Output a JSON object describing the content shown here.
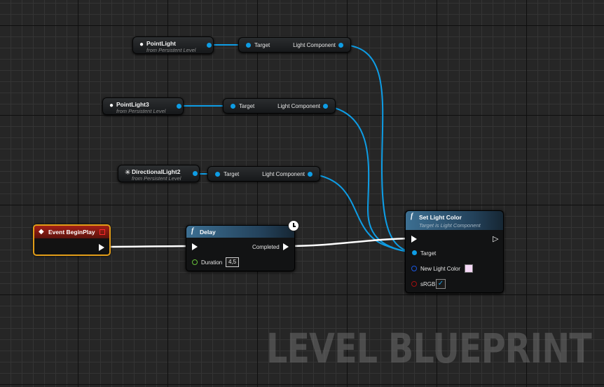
{
  "watermark": "LEVEL BLUEPRINT",
  "colors": {
    "object_wire": "#0e9de5",
    "exec_wire": "#ffffff",
    "event_header": "#a32016",
    "event_border": "#e29d19",
    "function_header": "#3c6f92",
    "float_pin": "#67c23a",
    "color_pin": "#1a57e0",
    "bool_pin": "#a10f0f",
    "new_light_color": "#f5d8f6"
  },
  "references": [
    {
      "name": "PointLight",
      "sub": "from Persistent Level",
      "icon": "bulb-icon"
    },
    {
      "name": "PointLight3",
      "sub": "from Persistent Level",
      "icon": "bulb-icon"
    },
    {
      "name": "DirectionalLight2",
      "sub": "from Persistent Level",
      "icon": "sun-icon"
    }
  ],
  "accessors": [
    {
      "target": "Target",
      "output": "Light Component"
    },
    {
      "target": "Target",
      "output": "Light Component"
    },
    {
      "target": "Target",
      "output": "Light Component"
    }
  ],
  "event": {
    "title": "Event BeginPlay",
    "icon": "event-diamond-icon"
  },
  "delay": {
    "title": "Delay",
    "f": "f",
    "completed": "Completed",
    "duration_label": "Duration",
    "duration_value": "4,5",
    "icon": "clock-icon"
  },
  "set_light": {
    "f": "f",
    "title": "Set Light Color",
    "subtitle": "Target is Light Component",
    "target": "Target",
    "color_label": "New Light Color",
    "srgb_label": "sRGB",
    "srgb_checked": true
  }
}
